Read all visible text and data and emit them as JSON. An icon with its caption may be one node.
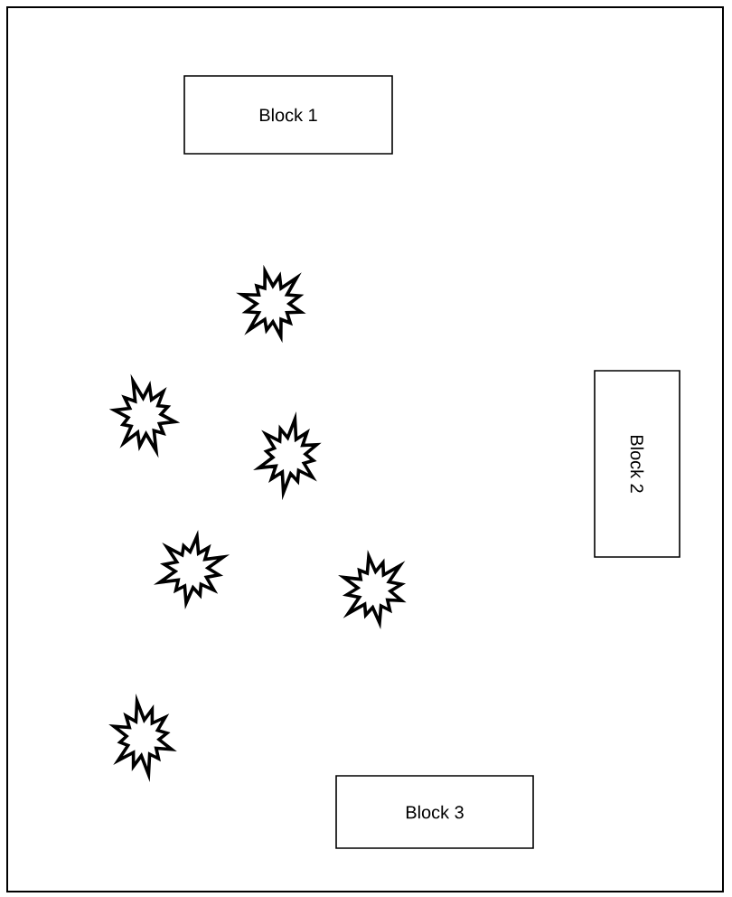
{
  "diagram": {
    "nodes": [
      {
        "text": [
          "Block 1"
        ]
      },
      {
        "text": [
          "Block 2"
        ]
      },
      {
        "text": [
          "Block 3"
        ]
      }
    ]
  }
}
